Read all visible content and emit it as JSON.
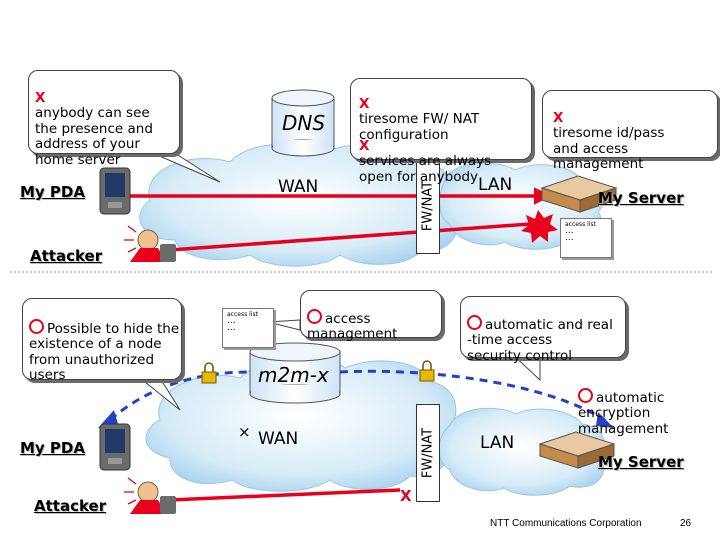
{
  "top": {
    "bubble_left": {
      "mark": "X",
      "text": "anybody can see\nthe presence and\naddress of your\nhome server"
    },
    "dns": "DNS",
    "bubble_mid": [
      {
        "mark": "X",
        "text": "tiresome FW/ NAT\nconfiguration"
      },
      {
        "mark": "X",
        "text": "services are always\nopen for anybody"
      }
    ],
    "bubble_right": {
      "mark": "X",
      "text": "tiresome id/pass\nand access\nmanagement"
    },
    "wan": "WAN",
    "lan": "LAN",
    "fw": "FW/NAT",
    "pda": "My PDA",
    "server": "My Server",
    "attacker": "Attacker",
    "access_list": {
      "title": "access list",
      "dots": "...\n..."
    }
  },
  "bottom": {
    "bubble_left": {
      "text": "Possible to hide the\nexistence of a node\nfrom unauthorized\nusers"
    },
    "bubble_access": {
      "text": "access\nmanagement"
    },
    "bubble_auto": {
      "text": "automatic and real\n-time access\nsecurity control"
    },
    "encryption": "automatic\nencryption\nmanagement",
    "access_list": {
      "title": "access list",
      "dots": "...\n..."
    },
    "m2mx": "m2m-x",
    "wan": "WAN",
    "wan_mark": "×",
    "lan": "LAN",
    "fw": "FW/NAT",
    "pda": "My PDA",
    "server": "My Server",
    "attacker": "Attacker",
    "x_mark": "X"
  },
  "footer": {
    "company": "NTT Communications Corporation",
    "page": "26"
  },
  "colors": {
    "red": "#e8001c",
    "blue": "#2440c8",
    "cloud": "#cfe6f6",
    "fw": "#ffffff"
  }
}
